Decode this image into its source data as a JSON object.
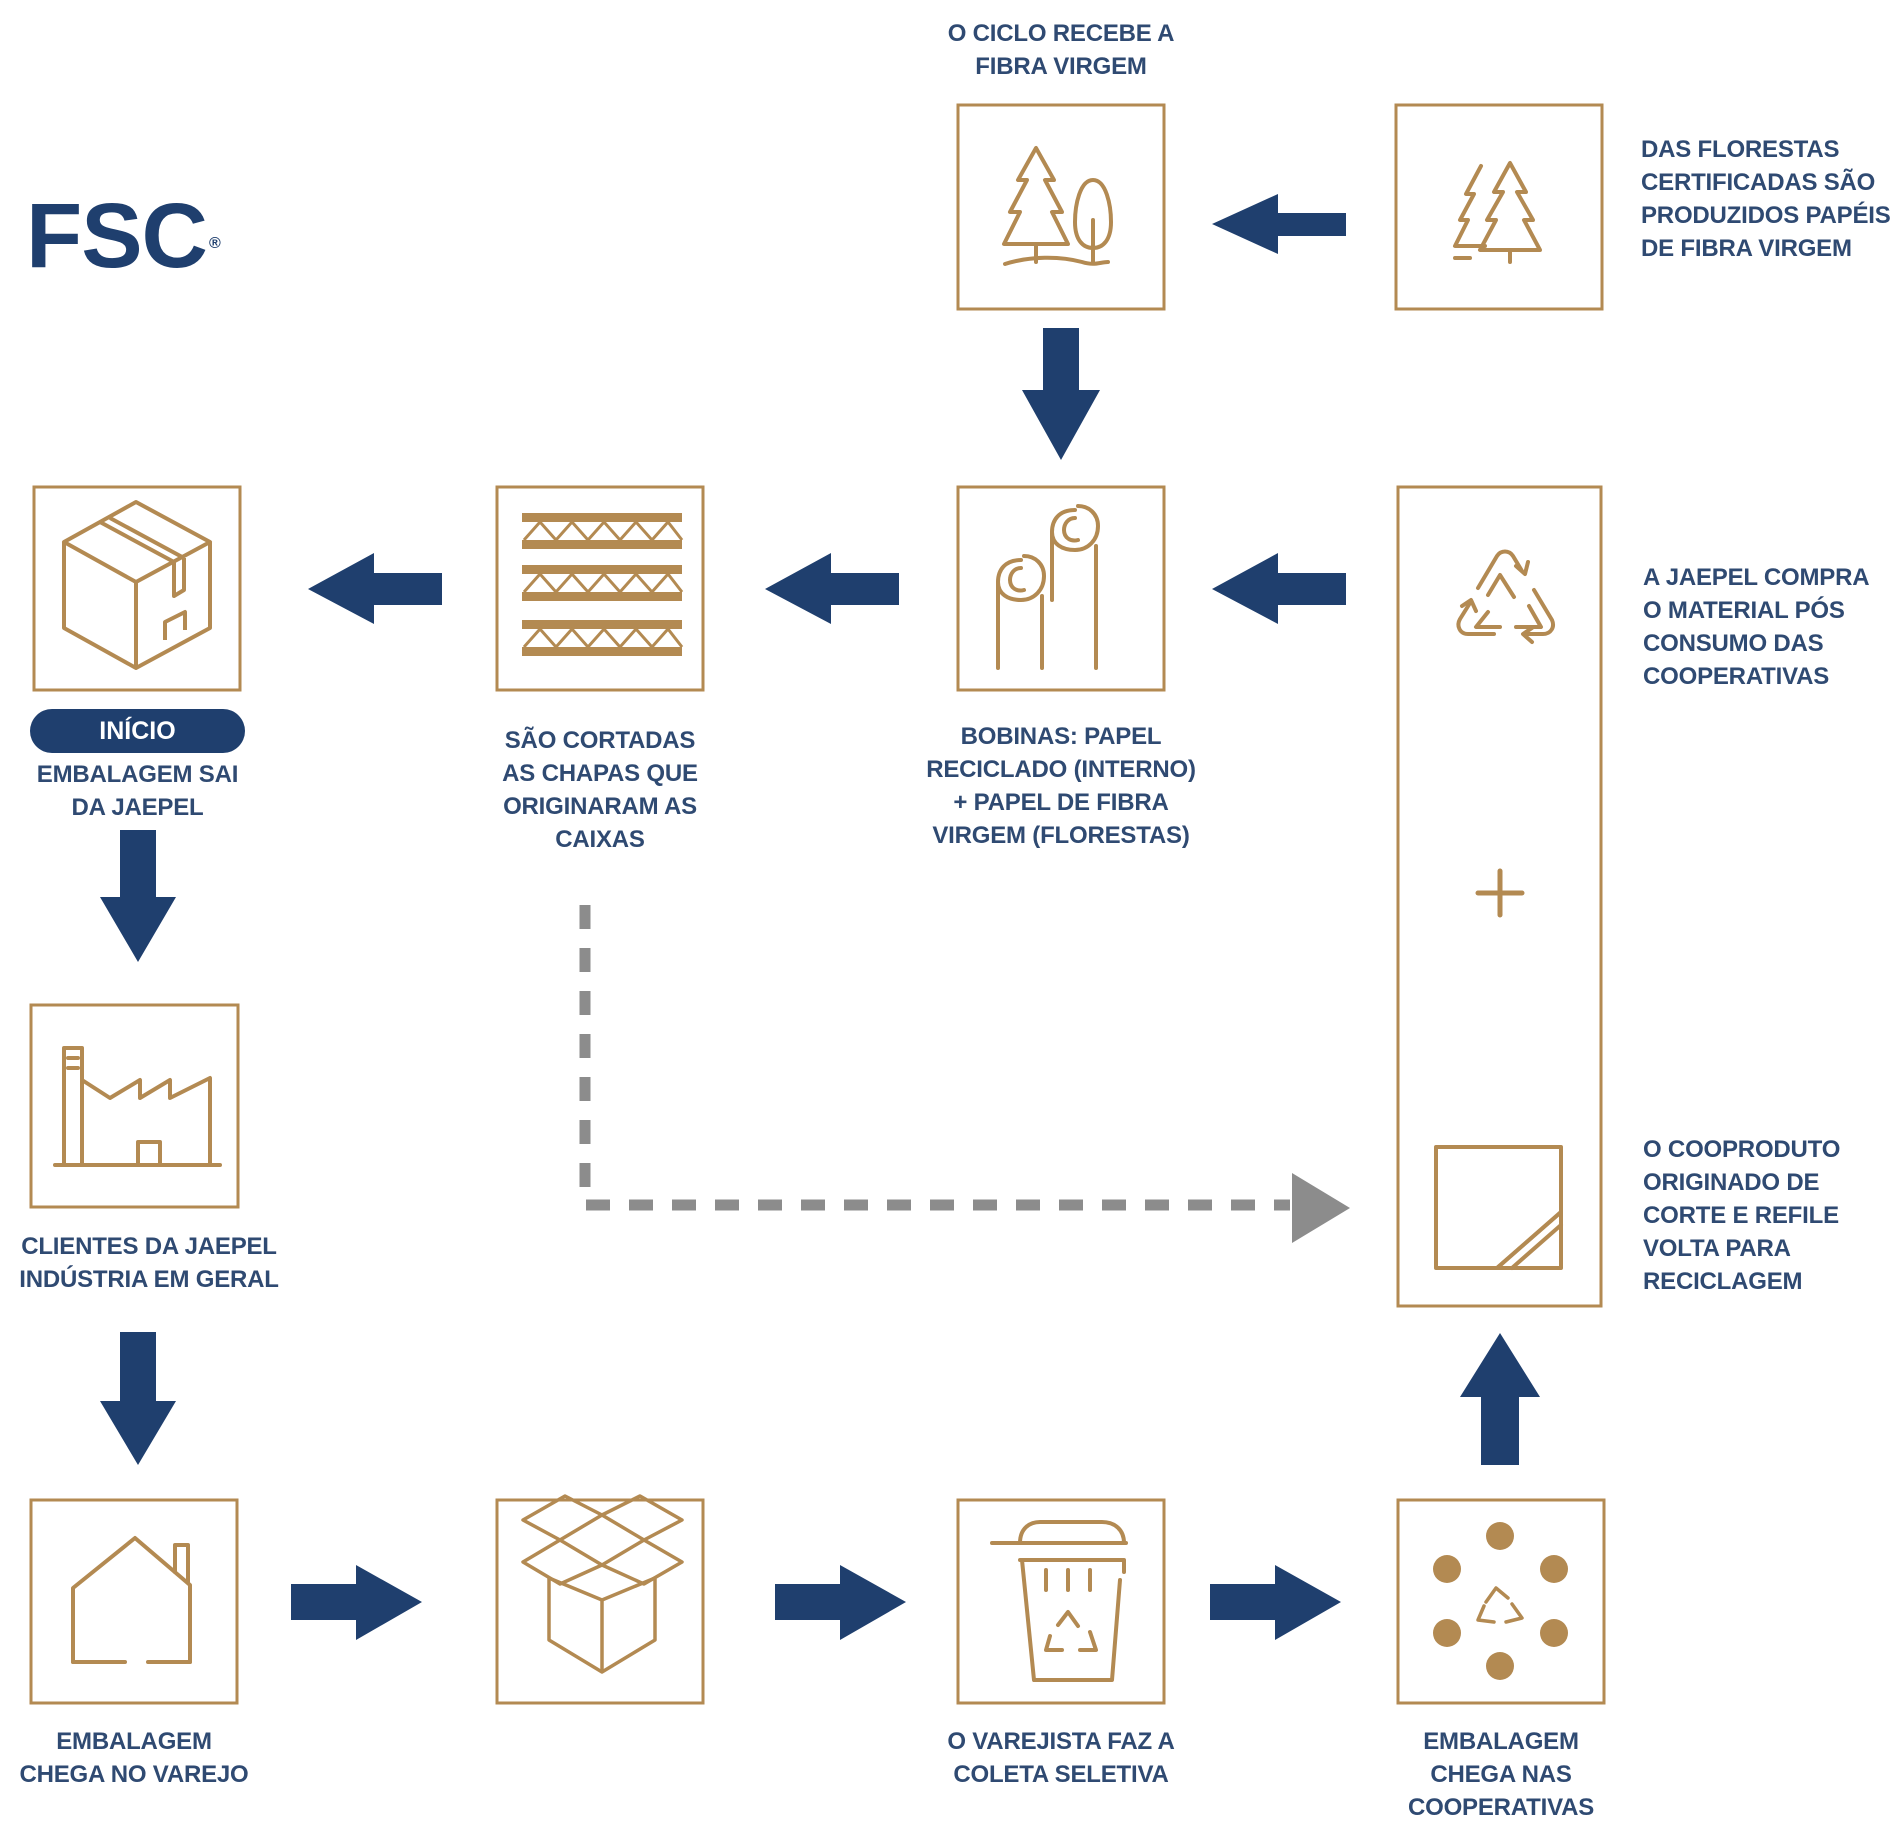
{
  "brand": {
    "logo_text": "FSC",
    "logo_mark": "®"
  },
  "colors": {
    "navy": "#1f3f6e",
    "gold": "#b38a52",
    "text": "#2f4a72",
    "gray": "#8c8c8c"
  },
  "badge": {
    "start": "INÍCIO"
  },
  "steps": {
    "virgin_fiber": "O CICLO RECEBE A\nFIBRA VIRGEM",
    "forests": "DAS FLORESTAS\nCERTIFICADAS SÃO\nPRODUZIDOS PAPÉIS\nDE FIBRA VIRGEM",
    "cooperatives_buy": "A JAEPEL COMPRA\nO MATERIAL PÓS\nCONSUMO DAS\nCOOPERATIVAS",
    "coproduct": "O COOPRODUTO\nORIGINADO DE\nCORTE E REFILE\nVOLTA PARA\nRECICLAGEM",
    "reels": "BOBINAS: PAPEL\nRECICLADO (INTERNO)\n+ PAPEL DE FIBRA\nVIRGEM (FLORESTAS)",
    "sheets_cut": "SÃO CORTADAS\nAS CHAPAS QUE\nORIGINARAM AS\nCAIXAS",
    "leaves_jaepel": "EMBALAGEM SAI\nDA JAEPEL",
    "clients": "CLIENTES DA JAEPEL\nINDÚSTRIA EM GERAL",
    "retail_arrival": "EMBALAGEM\nCHEGA NO VAREJO",
    "selective_collection": "O VAREJISTA FAZ A\nCOLETA SELETIVA",
    "coop_arrival": "EMBALAGEM\nCHEGA NAS\nCOOPERATIVAS"
  },
  "plus_sign": "+",
  "icons": [
    "tree-icon",
    "forest-icon",
    "recycle-icon",
    "paper-corner-icon",
    "paper-roll-icon",
    "corrugated-sheet-icon",
    "box-icon",
    "factory-icon",
    "house-icon",
    "open-box-icon",
    "recycling-bin-icon",
    "cooperative-icon"
  ]
}
